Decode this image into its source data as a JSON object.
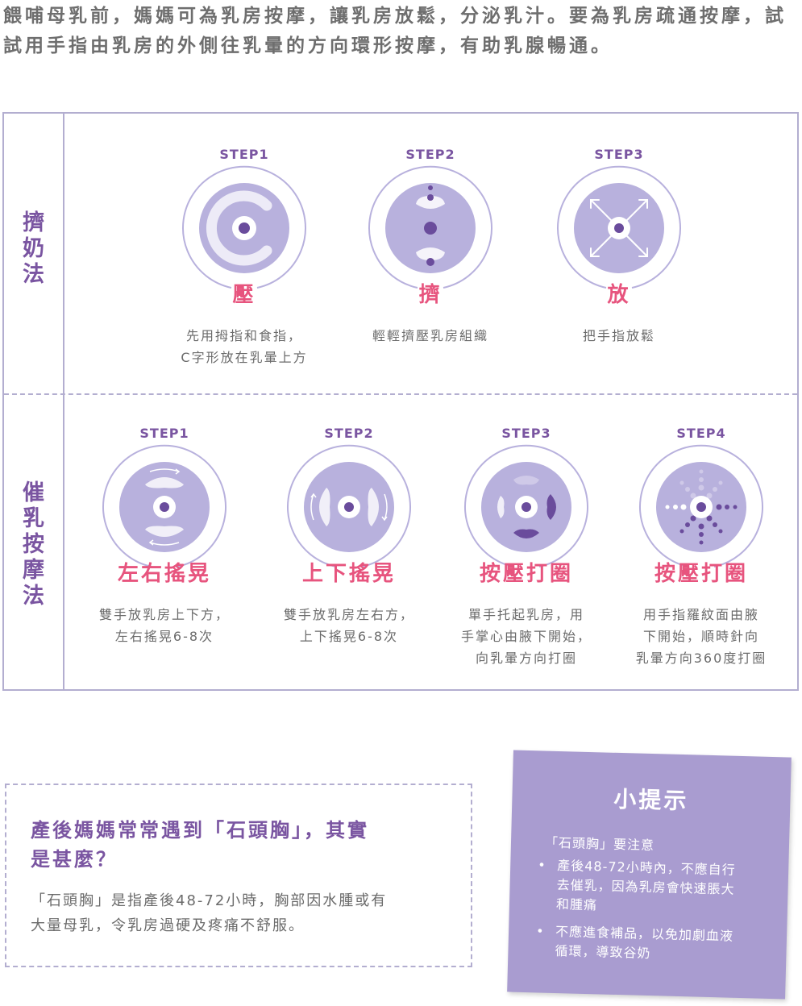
{
  "intro": "餵哺母乳前，媽媽可為乳房按摩，讓乳房放鬆，分泌乳汁。要為乳房疏通按摩，試試用手指由乳房的外側往乳暈的方向環形按摩，有助乳腺暢通。",
  "colors": {
    "accent_purple": "#7a55a1",
    "accent_pink": "#e7547e",
    "border_lavender": "#b3aed0",
    "disc_lavender": "#b8b1dd",
    "note_purple": "#a99cd0"
  },
  "section_expression": {
    "label": [
      "擠",
      "奶",
      "法"
    ],
    "steps": [
      {
        "step_label": "STEP",
        "step_num": "1",
        "action": "壓",
        "desc": [
          "先用拇指和食指，",
          "C字形放在乳暈上方"
        ],
        "icon": "c-shape-press-icon"
      },
      {
        "step_label": "STEP",
        "step_num": "2",
        "action": "擠",
        "desc": [
          "輕輕擠壓乳房組織"
        ],
        "icon": "squeeze-icon"
      },
      {
        "step_label": "STEP",
        "step_num": "3",
        "action": "放",
        "desc": [
          "把手指放鬆"
        ],
        "icon": "release-arrows-icon"
      }
    ]
  },
  "section_massage": {
    "label": [
      "催",
      "乳",
      "按",
      "摩",
      "法"
    ],
    "steps": [
      {
        "step_label": "STEP",
        "step_num": "1",
        "action": "左右搖晃",
        "desc": [
          "雙手放乳房上下方，",
          "左右搖晃6-8次"
        ],
        "icon": "shake-horizontal-icon"
      },
      {
        "step_label": "STEP",
        "step_num": "2",
        "action": "上下搖晃",
        "desc": [
          "雙手放乳房左右方，",
          "上下搖晃6-8次"
        ],
        "icon": "shake-vertical-icon"
      },
      {
        "step_label": "STEP",
        "step_num": "3",
        "action": "按壓打圈",
        "desc": [
          "單手托起乳房，用",
          "手掌心由腋下開始，",
          "向乳暈方向打圈"
        ],
        "icon": "palm-circle-icon"
      },
      {
        "step_label": "STEP",
        "step_num": "4",
        "action": "按壓打圈",
        "desc": [
          "用手指羅紋面由腋",
          "下開始，順時針向",
          "乳暈方向360度打圈"
        ],
        "icon": "finger-dots-icon"
      }
    ]
  },
  "question": {
    "title": [
      "產後媽媽常常遇到「石頭胸」，其實",
      "是甚麼？"
    ],
    "body": [
      "「石頭胸」是指產後48-72小時，胸部因水腫或有",
      "大量母乳，令乳房過硬及疼痛不舒服。"
    ]
  },
  "tips": {
    "title": "小提示",
    "heading": "「石頭胸」要注意",
    "items": [
      [
        "產後48-72小時內，不應自行",
        "去催乳，因為乳房會快速脹大",
        "和腫痛"
      ],
      [
        "不應進食補品，以免加劇血液",
        "循環，導致谷奶"
      ]
    ]
  }
}
